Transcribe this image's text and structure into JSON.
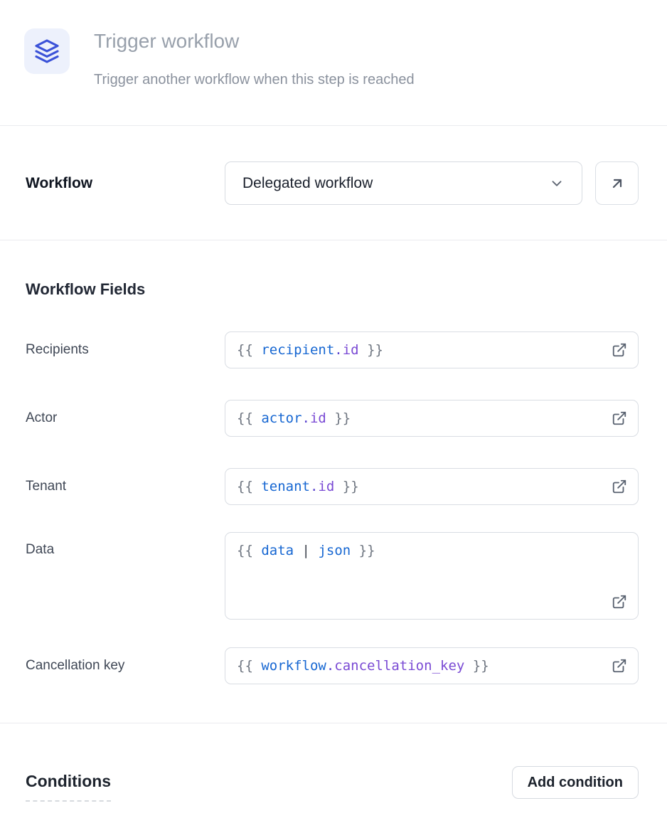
{
  "header": {
    "title": "Trigger workflow",
    "subtitle": "Trigger another workflow when this step is reached",
    "icon": "layers-icon",
    "icon_color": "#3b52d8",
    "icon_tile_bg": "#edf1fc"
  },
  "workflow_selector": {
    "label": "Workflow",
    "selected": "Delegated workflow",
    "chevron_icon": "chevron-down-icon",
    "open_button_icon": "arrow-up-right-icon"
  },
  "fields_section": {
    "heading": "Workflow Fields",
    "external_icon": "external-link-icon",
    "fields": [
      {
        "id": "recipients",
        "label": "Recipients",
        "value": "{{ recipient.id }}",
        "multiline": false,
        "tokens": [
          {
            "text": "{{ ",
            "type": "brace"
          },
          {
            "text": "recipient",
            "type": "var"
          },
          {
            "text": ".",
            "type": "dot"
          },
          {
            "text": "id",
            "type": "prop"
          },
          {
            "text": " }}",
            "type": "brace"
          }
        ]
      },
      {
        "id": "actor",
        "label": "Actor",
        "value": "{{ actor.id }}",
        "multiline": false,
        "tokens": [
          {
            "text": "{{ ",
            "type": "brace"
          },
          {
            "text": "actor",
            "type": "var"
          },
          {
            "text": ".",
            "type": "dot"
          },
          {
            "text": "id",
            "type": "prop"
          },
          {
            "text": " }}",
            "type": "brace"
          }
        ]
      },
      {
        "id": "tenant",
        "label": "Tenant",
        "value": "{{ tenant.id }}",
        "multiline": false,
        "tokens": [
          {
            "text": "{{ ",
            "type": "brace"
          },
          {
            "text": "tenant",
            "type": "var"
          },
          {
            "text": ".",
            "type": "dot"
          },
          {
            "text": "id",
            "type": "prop"
          },
          {
            "text": " }}",
            "type": "brace"
          }
        ]
      },
      {
        "id": "data",
        "label": "Data",
        "value": "{{ data | json }}",
        "multiline": true,
        "tokens": [
          {
            "text": "{{ ",
            "type": "brace"
          },
          {
            "text": "data",
            "type": "var"
          },
          {
            "text": " ",
            "type": "brace"
          },
          {
            "text": "|",
            "type": "pipe"
          },
          {
            "text": " ",
            "type": "brace"
          },
          {
            "text": "json",
            "type": "var"
          },
          {
            "text": " }}",
            "type": "brace"
          }
        ]
      },
      {
        "id": "cancellation-key",
        "label": "Cancellation key",
        "value": "{{ workflow.cancellation_key }}",
        "multiline": false,
        "tokens": [
          {
            "text": "{{ ",
            "type": "brace"
          },
          {
            "text": "workflow",
            "type": "var"
          },
          {
            "text": ".",
            "type": "dot"
          },
          {
            "text": "cancellation_key",
            "type": "prop"
          },
          {
            "text": " }}",
            "type": "brace"
          }
        ]
      }
    ]
  },
  "conditions": {
    "heading": "Conditions",
    "add_button_label": "Add condition"
  },
  "colors": {
    "code_brace": "#6e7580",
    "code_variable": "#1767d2",
    "code_dot": "#5b43cf",
    "code_property": "#7a4ad4",
    "code_pipe": "#3b414b",
    "divider": "#eaecef",
    "title_gray": "#98a0ab"
  }
}
